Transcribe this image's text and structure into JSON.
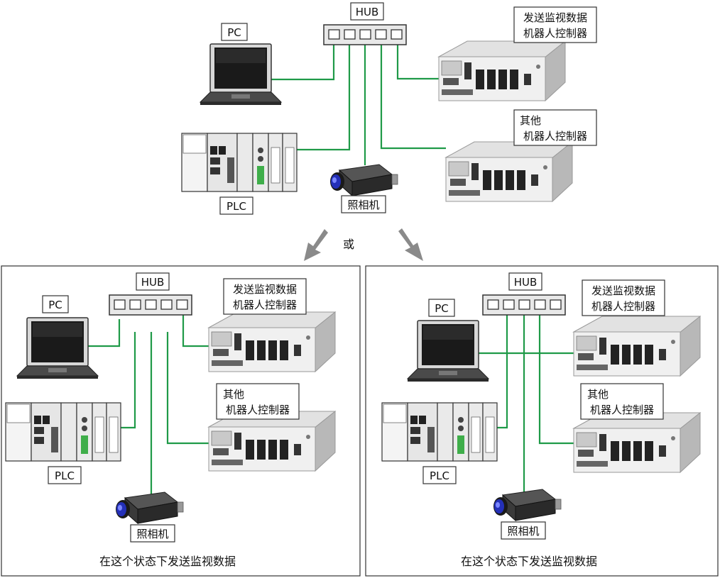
{
  "top": {
    "hub": "HUB",
    "pc": "PC",
    "plc": "PLC",
    "camera": "照相机",
    "robot_send_line1": "发送监视数据",
    "robot_send_line2": "机器人控制器",
    "robot_other_line1": "其他",
    "robot_other_line2": "机器人控制器"
  },
  "or_label": "或",
  "left_panel": {
    "hub": "HUB",
    "pc": "PC",
    "plc": "PLC",
    "camera": "照相机",
    "robot_send_line1": "发送监视数据",
    "robot_send_line2": "机器人控制器",
    "robot_other_line1": "其他",
    "robot_other_line2": "机器人控制器",
    "caption": "在这个状态下发送监视数据"
  },
  "right_panel": {
    "hub": "HUB",
    "pc": "PC",
    "plc": "PLC",
    "camera": "照相机",
    "robot_send_line1": "发送监视数据",
    "robot_send_line2": "机器人控制器",
    "robot_other_line1": "其他",
    "robot_other_line2": "机器人控制器",
    "caption": "在这个状态下发送监视数据"
  },
  "colors": {
    "wire": "#1f9a48",
    "arrow": "#888888",
    "camera_lens": "#2430b8"
  }
}
